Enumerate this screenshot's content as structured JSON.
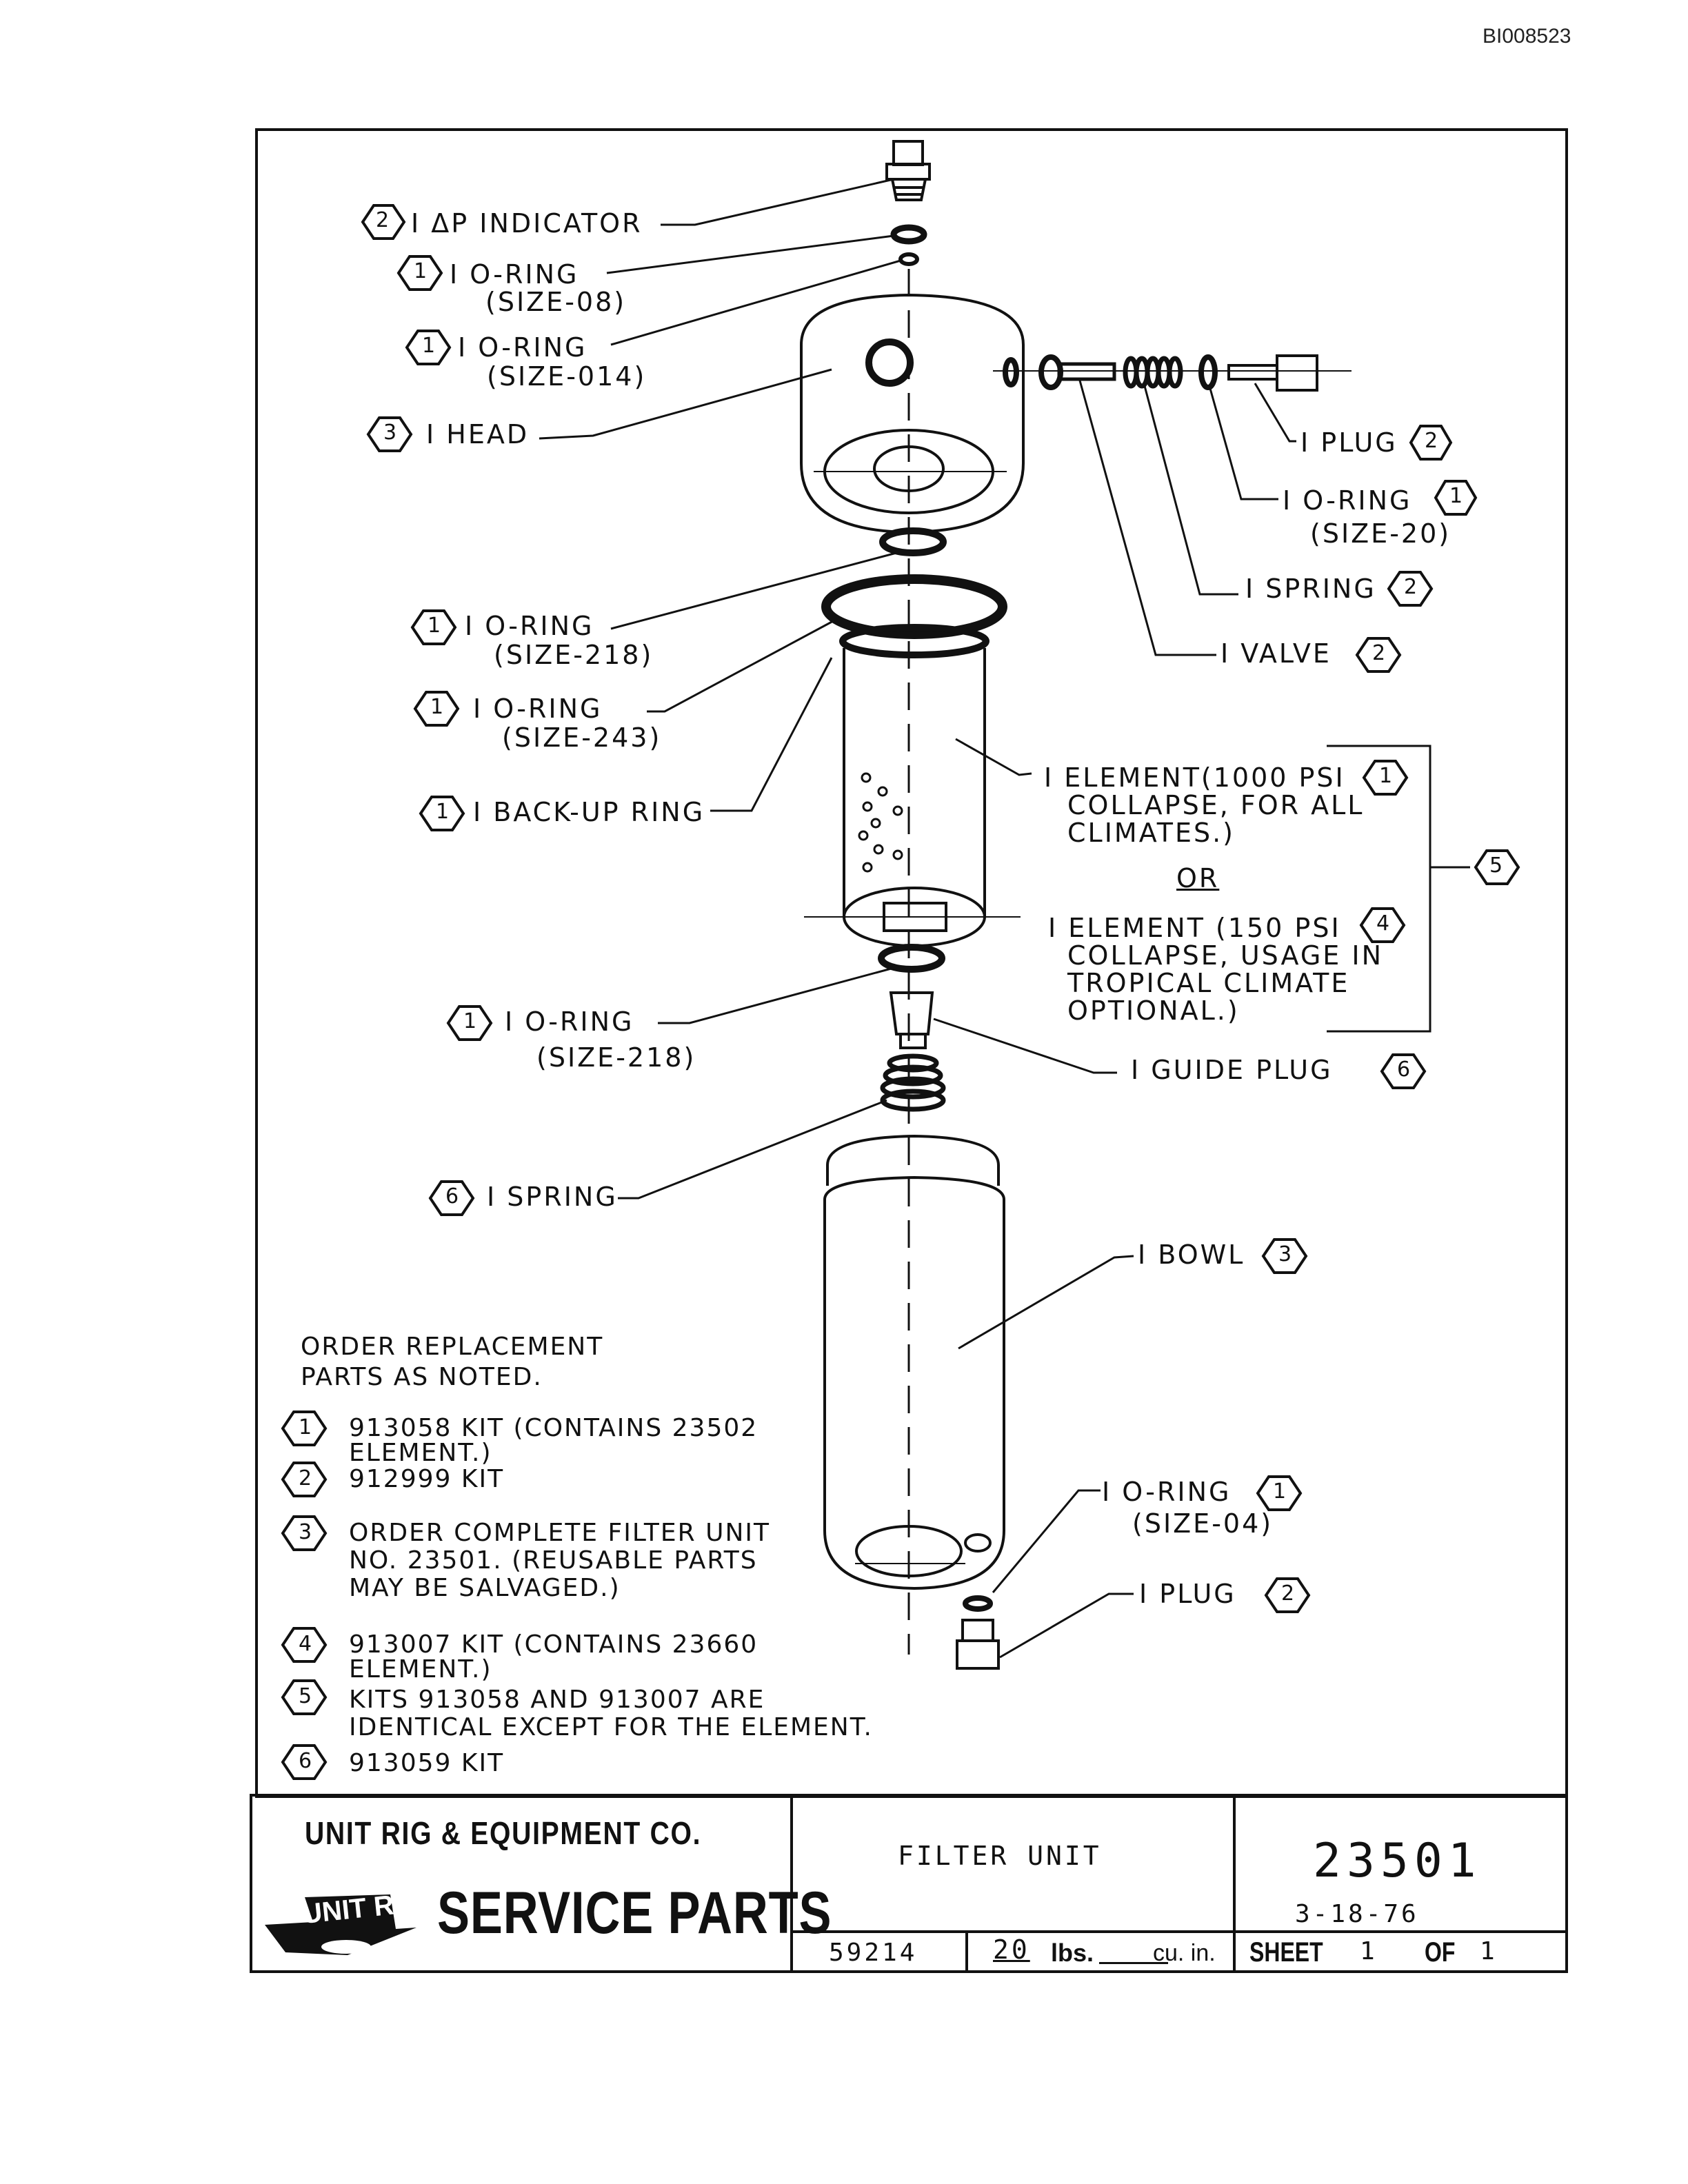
{
  "doc_id": "BI008523",
  "callouts": [
    {
      "text": "I ΔP INDICATOR",
      "ref": "2"
    },
    {
      "text": "I O-RING",
      "sub": "(SIZE-08)",
      "ref": "1"
    },
    {
      "text": "I O-RING",
      "sub": "(SIZE-014)",
      "ref": "1"
    },
    {
      "text": "I HEAD",
      "ref": "3"
    },
    {
      "text": "I PLUG",
      "ref": "2"
    },
    {
      "text": "I O-RING",
      "sub": "(SIZE-20)",
      "ref": "1"
    },
    {
      "text": "I SPRING",
      "ref": "2"
    },
    {
      "text": "I VALVE",
      "ref": "2"
    },
    {
      "text": "I O-RING",
      "sub": "(SIZE-218)",
      "ref": "1"
    },
    {
      "text": "I O-RING",
      "sub": "(SIZE-243)",
      "ref": "1"
    },
    {
      "text": "I BACK-UP RING",
      "ref": "1"
    },
    {
      "text": "I ELEMENT(1000 PSI",
      "lines": [
        "COLLAPSE, FOR ALL",
        "CLIMATES.)"
      ],
      "ref": "1"
    },
    {
      "text": "OR"
    },
    {
      "text": "I ELEMENT (150 PSI",
      "lines": [
        "COLLAPSE, USAGE IN",
        "TROPICAL CLIMATE",
        "OPTIONAL.)"
      ],
      "ref": "4"
    },
    {
      "text": "5"
    },
    {
      "text": "I O-RING",
      "sub": "(SIZE-218)",
      "ref": "1"
    },
    {
      "text": "I GUIDE PLUG",
      "ref": "6"
    },
    {
      "text": "I SPRING",
      "ref": "6"
    },
    {
      "text": "I BOWL",
      "ref": "3"
    },
    {
      "text": "I O-RING",
      "sub": "(SIZE-04)",
      "ref": "1"
    },
    {
      "text": "I PLUG",
      "ref": "2"
    }
  ],
  "notes": {
    "heading": [
      "ORDER REPLACEMENT",
      "PARTS AS NOTED."
    ],
    "items": [
      {
        "ref": "1",
        "lines": [
          "913058 KIT (CONTAINS 23502",
          "ELEMENT.)"
        ]
      },
      {
        "ref": "2",
        "lines": [
          "912999 KIT"
        ]
      },
      {
        "ref": "3",
        "lines": [
          "ORDER COMPLETE FILTER UNIT",
          "NO. 23501. (REUSABLE PARTS",
          "MAY BE SALVAGED.)"
        ]
      },
      {
        "ref": "4",
        "lines": [
          "913007 KIT (CONTAINS 23660",
          "ELEMENT.)"
        ]
      },
      {
        "ref": "5",
        "lines": [
          "KITS 913058 AND 913007 ARE",
          "IDENTICAL EXCEPT FOR THE ELEMENT."
        ]
      },
      {
        "ref": "6",
        "lines": [
          "913059 KIT"
        ]
      }
    ]
  },
  "title_block": {
    "company": "UNIT RIG & EQUIPMENT CO.",
    "logo_text": "UNIT RIG",
    "service": "SERVICE PARTS",
    "title": "FILTER UNIT",
    "part_number": "23501",
    "date": "3-18-76",
    "ref_number": "59214",
    "weight": "20",
    "weight_unit": "lbs.",
    "volume_unit": "cu. in.",
    "sheet_label": "SHEET",
    "sheet_num": "1",
    "of_label": "OF",
    "sheet_total": "1"
  }
}
